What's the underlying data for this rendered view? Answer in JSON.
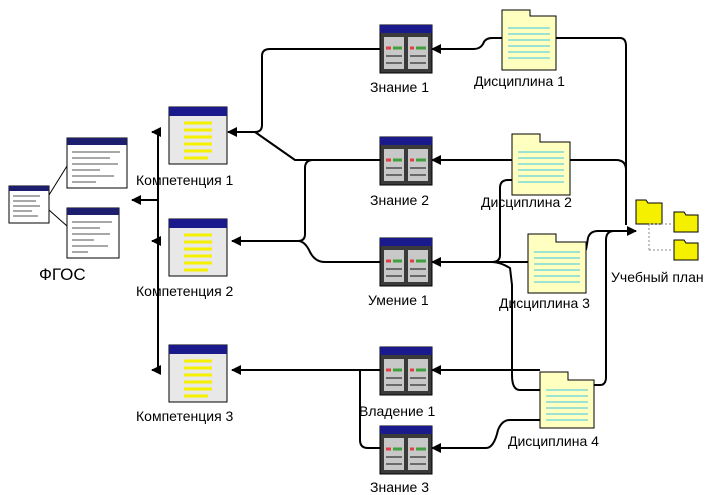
{
  "fgos": {
    "label": "ФГОС"
  },
  "competencies": [
    {
      "label": "Компетенция 1"
    },
    {
      "label": "Компетенция 2"
    },
    {
      "label": "Компетенция 3"
    }
  ],
  "knowledge_items": [
    {
      "label": "Знание 1"
    },
    {
      "label": "Знание 2"
    },
    {
      "label": "Умение 1"
    },
    {
      "label": "Владение 1"
    },
    {
      "label": "Знание 3"
    }
  ],
  "disciplines": [
    {
      "label": "Дисциплина 1"
    },
    {
      "label": "Дисциплина 2"
    },
    {
      "label": "Дисциплина 3"
    },
    {
      "label": "Дисциплина 4"
    }
  ],
  "curriculum": {
    "label": "Учебный план"
  },
  "colors": {
    "window_title": "#1a1a8c",
    "doc_title": "#1e1e6e",
    "yellow_lines": "#f4f000",
    "folder": "#ffffc0",
    "cyan_lines": "#7fd8d8"
  }
}
